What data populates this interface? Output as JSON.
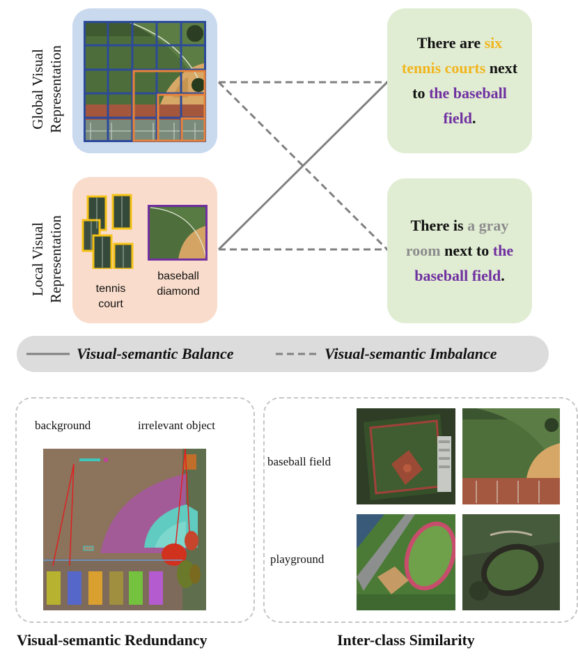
{
  "top": {
    "global_label": [
      "Global Visual",
      "Representation"
    ],
    "local_label": [
      "Local Visual",
      "Representation"
    ],
    "local_items": {
      "tennis_label": [
        "tennis",
        "court"
      ],
      "baseball_label": [
        "baseball",
        "diamond"
      ]
    },
    "caption_1": {
      "part1": "There are ",
      "highlight1": "six tennis courts",
      "part2": " next to ",
      "highlight2": "the baseball field",
      "end": "."
    },
    "caption_2": {
      "part1": "There is ",
      "highlight1": "a gray room",
      "part2": " next to ",
      "highlight2": "the baseball field",
      "end": "."
    }
  },
  "legend": {
    "balance": "Visual-semantic Balance",
    "imbalance": "Visual-semantic Imbalance"
  },
  "bottom_left": {
    "annotation_background": "background",
    "annotation_irrelevant": "irrelevant object",
    "caption": "Visual-semantic Redundancy"
  },
  "bottom_right": {
    "row1_label": "baseball field",
    "row2_label": "playground",
    "caption": "Inter-class Similarity"
  },
  "colors": {
    "global_panel": "#c9d9ee",
    "local_panel": "#f9dccb",
    "text_panel": "#e0edd3",
    "orange_highlight": "#f2b51d",
    "purple_highlight": "#7030a0",
    "gray_highlight": "#8c8c8c",
    "grid_blue": "#2c4a9a",
    "box_orange": "#e8833a",
    "connector_gray": "#808080"
  }
}
